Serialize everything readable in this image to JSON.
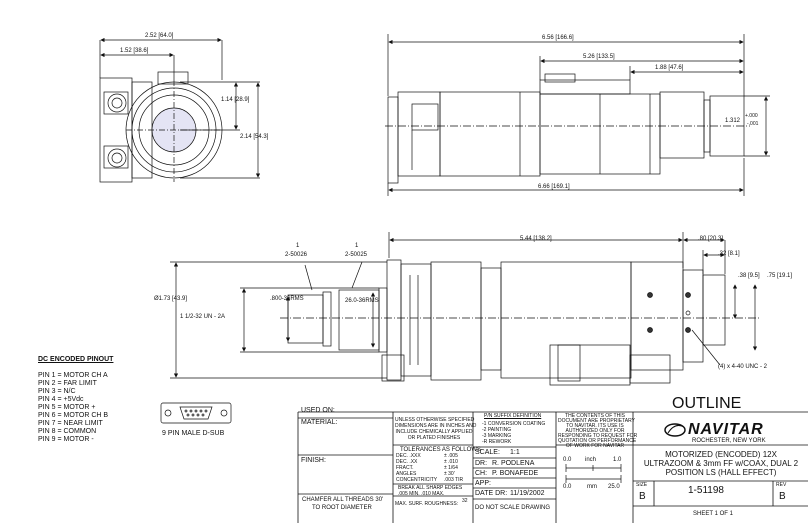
{
  "top_left_view": {
    "dim_overall_width": "2.52 [64.0]",
    "dim_center_offset": "1.52 [38.6]",
    "dim_center_height": "1.14 [28.9]",
    "dim_overall_height": "2.14 [54.3]"
  },
  "top_right_view": {
    "dim_overall_length": "6.56 [166.6]",
    "dim_housing_length": "5.26 [133.5]",
    "dim_motor_length": "1.88 [47.6]",
    "dim_body_length": "6.66 [169.1]",
    "dim_barrel_dia": "1.312",
    "dim_barrel_tol_plus": "+.000",
    "dim_barrel_tol_minus": "-.001"
  },
  "side_view": {
    "dim_flange_to_front": "5.44 [138.2]",
    "dim_front_extension": ".80 [20.3]",
    "dim_front_step": ".32 [8.1]",
    "dim_hole_offset_a": ".38 [9.5]",
    "dim_hole_offset_b": ".75 [19.1]",
    "dim_body_dia": "Ø1.73 [43.9]",
    "dim_mount_thread": "1 1/2-32 UN - 2A",
    "dim_adapter_thread_a": ".800-36RMS",
    "dim_adapter_thread_b": "26.0-36RMS",
    "callout_1_qty": "1",
    "callout_1_part": "2-50026",
    "callout_2_qty": "1",
    "callout_2_part": "2-50025",
    "hole_note": "(4) x 4-40 UNC - 2"
  },
  "pinout": {
    "title": "DC ENCODED PINOUT",
    "pins": [
      "PIN 1 = MOTOR CH A",
      "PIN 2 = FAR LIMIT",
      "PIN 3 = N/C",
      "PIN 4 = +5Vdc",
      "PIN 5 = MOTOR +",
      "PIN 6 = MOTOR CH B",
      "PIN 7 = NEAR LIMIT",
      "PIN 8 = COMMON",
      "PIN 9 = MOTOR -"
    ],
    "connector_label": "9 PIN MALE D-SUB"
  },
  "title_block": {
    "used_on": "USED ON:",
    "material": "MATERIAL:",
    "finish": "FINISH:",
    "chamfer_note_1": "CHAMFER ALL THREADS 30'",
    "chamfer_note_2": "TO ROOT DIAMETER",
    "unless_note": [
      "UNLESS OTHERWISE SPECIFIED",
      "DIMENSIONS ARE IN INCHES AND",
      "INCLUDE CHEMICALLY APPLIED",
      "OR PLATED FINISHES"
    ],
    "tolerances_title": "TOLERANCES AS FOLLOWS",
    "tolerances": [
      {
        "label": "DEC.  .XXX",
        "value": "± .005"
      },
      {
        "label": "DEC.  .XX",
        "value": "± .010"
      },
      {
        "label": "FRACT.",
        "value": "± 1/64"
      },
      {
        "label": "ANGLES",
        "value": "± 30'"
      },
      {
        "label": "CONCENTRICITY",
        "value": ".003 TIR"
      }
    ],
    "edges_note_1": "BREAK ALL SHARP EDGES",
    "edges_note_2": ".005 MIN.  .010 MAX.",
    "surface_note": "MAX. SURF. ROUGHNESS:",
    "surface_value": "32",
    "pin_suffix_title": "P/N SUFFIX DEFINITION",
    "pin_suffix_items": [
      "-1  CONVERSION COATING",
      "-2  PAINTING",
      "-3  MARKING",
      "-R  REWORK"
    ],
    "scale_label": "SCALE:",
    "scale_value": "1:1",
    "dr_label": "DR:",
    "dr_value": "R. PODLENA",
    "ch_label": "CH:",
    "ch_value": "P. BONAFEDE",
    "app_label": "APP:",
    "date_label": "DATE DR:",
    "date_value": "11/19/2002",
    "do_not_scale": "DO NOT SCALE DRAWING",
    "proprietary_note": [
      "THE CONTENTS OF THIS",
      "DOCUMENT ARE PROPRIETARY",
      "TO NAVITAR. ITS USE IS",
      "AUTHORIZED ONLY FOR",
      "RESPONDING TO REQUEST FOR",
      "QUOTATION OR PERFORMANCE",
      "OF WORK FOR NAVITAR"
    ],
    "scale_bar_inch": [
      "0.0",
      "inch",
      "1.0"
    ],
    "scale_bar_mm": [
      "0.0",
      "mm",
      "25.0"
    ],
    "outline_title": "OUTLINE",
    "company": "NAVITAR",
    "company_location": "ROCHESTER, NEW YORK",
    "description": [
      "MOTORIZED (ENCODED) 12X",
      "ULTRAZOOM & 3mm FF w/COAX, DUAL 2",
      "POSITION LS (HALL EFFECT)"
    ],
    "size_label": "SIZE",
    "size_value": "B",
    "drawing_number": "1-51198",
    "rev_label": "REV",
    "rev_value": "B",
    "sheet": "SHEET  1  OF  1"
  }
}
